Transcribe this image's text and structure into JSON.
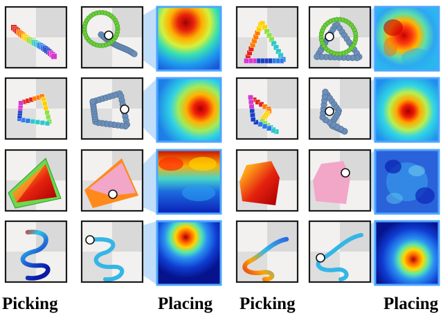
{
  "labels": {
    "left_picking": "Picking",
    "left_placing": "Placing",
    "right_picking": "Picking",
    "right_placing": "Placing"
  },
  "colors": {
    "frame": "#1a1a1a",
    "heatmap_border": "#4da6ff",
    "projection": "#5aa9ee",
    "board_light": "#f2f1ef",
    "board_dark": "#d9d9d9",
    "rope_blue": "#6b8fb8",
    "cloth_pink": "#f2a6c8",
    "goal_green": "#6ccf3a",
    "cable_cyan": "#34b6e6"
  },
  "rows": [
    {
      "task": "rope-ring",
      "left_heat_peak": "top",
      "right_heat_peak": "center-left"
    },
    {
      "task": "rope-square",
      "left_heat_peak": "right",
      "right_heat_peak": "center"
    },
    {
      "task": "cloth",
      "left_heat_peak": "top",
      "right_heat_peak": "diffuse"
    },
    {
      "task": "cable",
      "left_heat_peak": "top-center",
      "right_heat_peak": "bottom-right"
    }
  ]
}
